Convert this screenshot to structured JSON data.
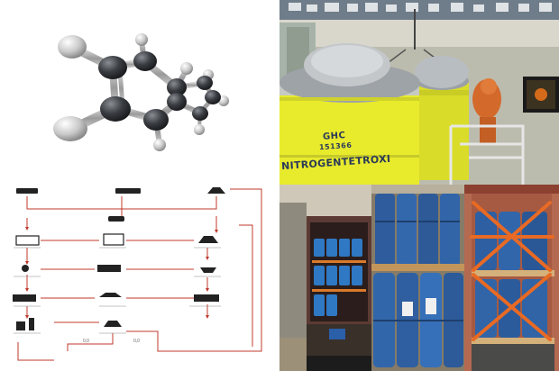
{
  "drum_labels": {
    "code": "GHC",
    "number": "151366",
    "product": "NITROGENTETROXI"
  },
  "flow_small_labels": [
    "0,0",
    "0,0"
  ],
  "colors": {
    "flow_line": "#c0392b",
    "drum_yellow": "#e8ea2c",
    "drum_blue": "#2f5c9c",
    "strap_orange": "#e86a24"
  }
}
